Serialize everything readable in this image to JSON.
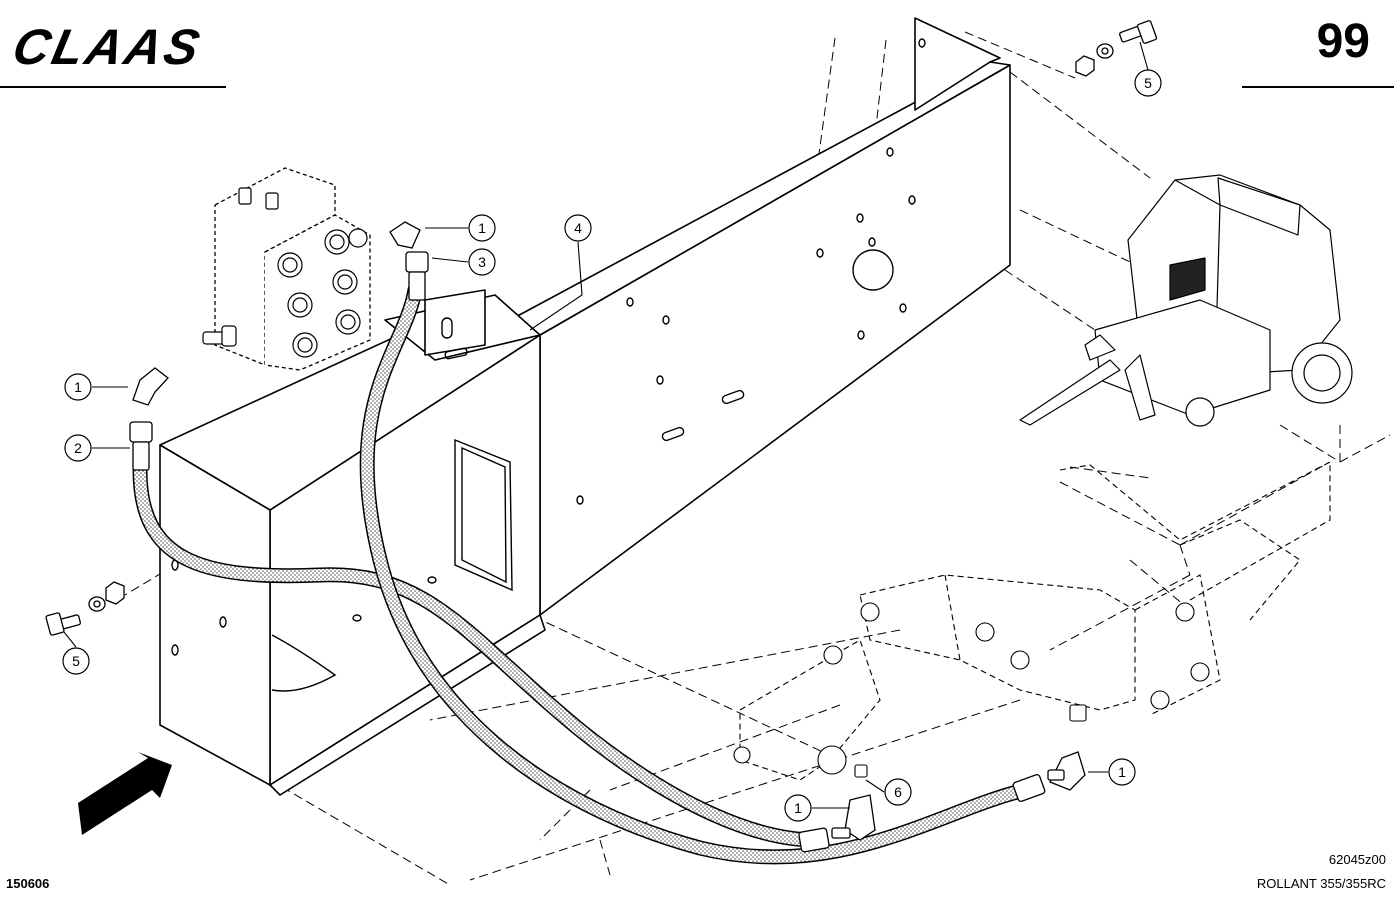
{
  "header": {
    "brand": "CLAAS",
    "page_number": "99"
  },
  "footer": {
    "doc_number": "150606",
    "drawing_code": "62045z00",
    "model": "ROLLANT 355/355RC"
  },
  "callouts": [
    {
      "id": "c1a",
      "label": "1"
    },
    {
      "id": "c3",
      "label": "3"
    },
    {
      "id": "c4",
      "label": "4"
    },
    {
      "id": "c5a",
      "label": "5"
    },
    {
      "id": "c1b",
      "label": "1"
    },
    {
      "id": "c2",
      "label": "2"
    },
    {
      "id": "c5b",
      "label": "5"
    },
    {
      "id": "c1c",
      "label": "1"
    },
    {
      "id": "c6",
      "label": "6"
    },
    {
      "id": "c1d",
      "label": "1"
    }
  ]
}
